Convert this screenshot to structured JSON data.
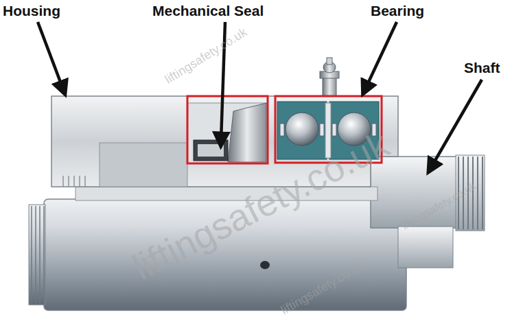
{
  "diagram": {
    "labels": [
      "Housing",
      "Mechanical Seal",
      "Bearing",
      "Shaft",
      "liftingsafety.co.uk",
      "liftingsafety.co.uk",
      "liftingsafety.co.uk",
      "liftingsafety.co.uk"
    ]
  }
}
